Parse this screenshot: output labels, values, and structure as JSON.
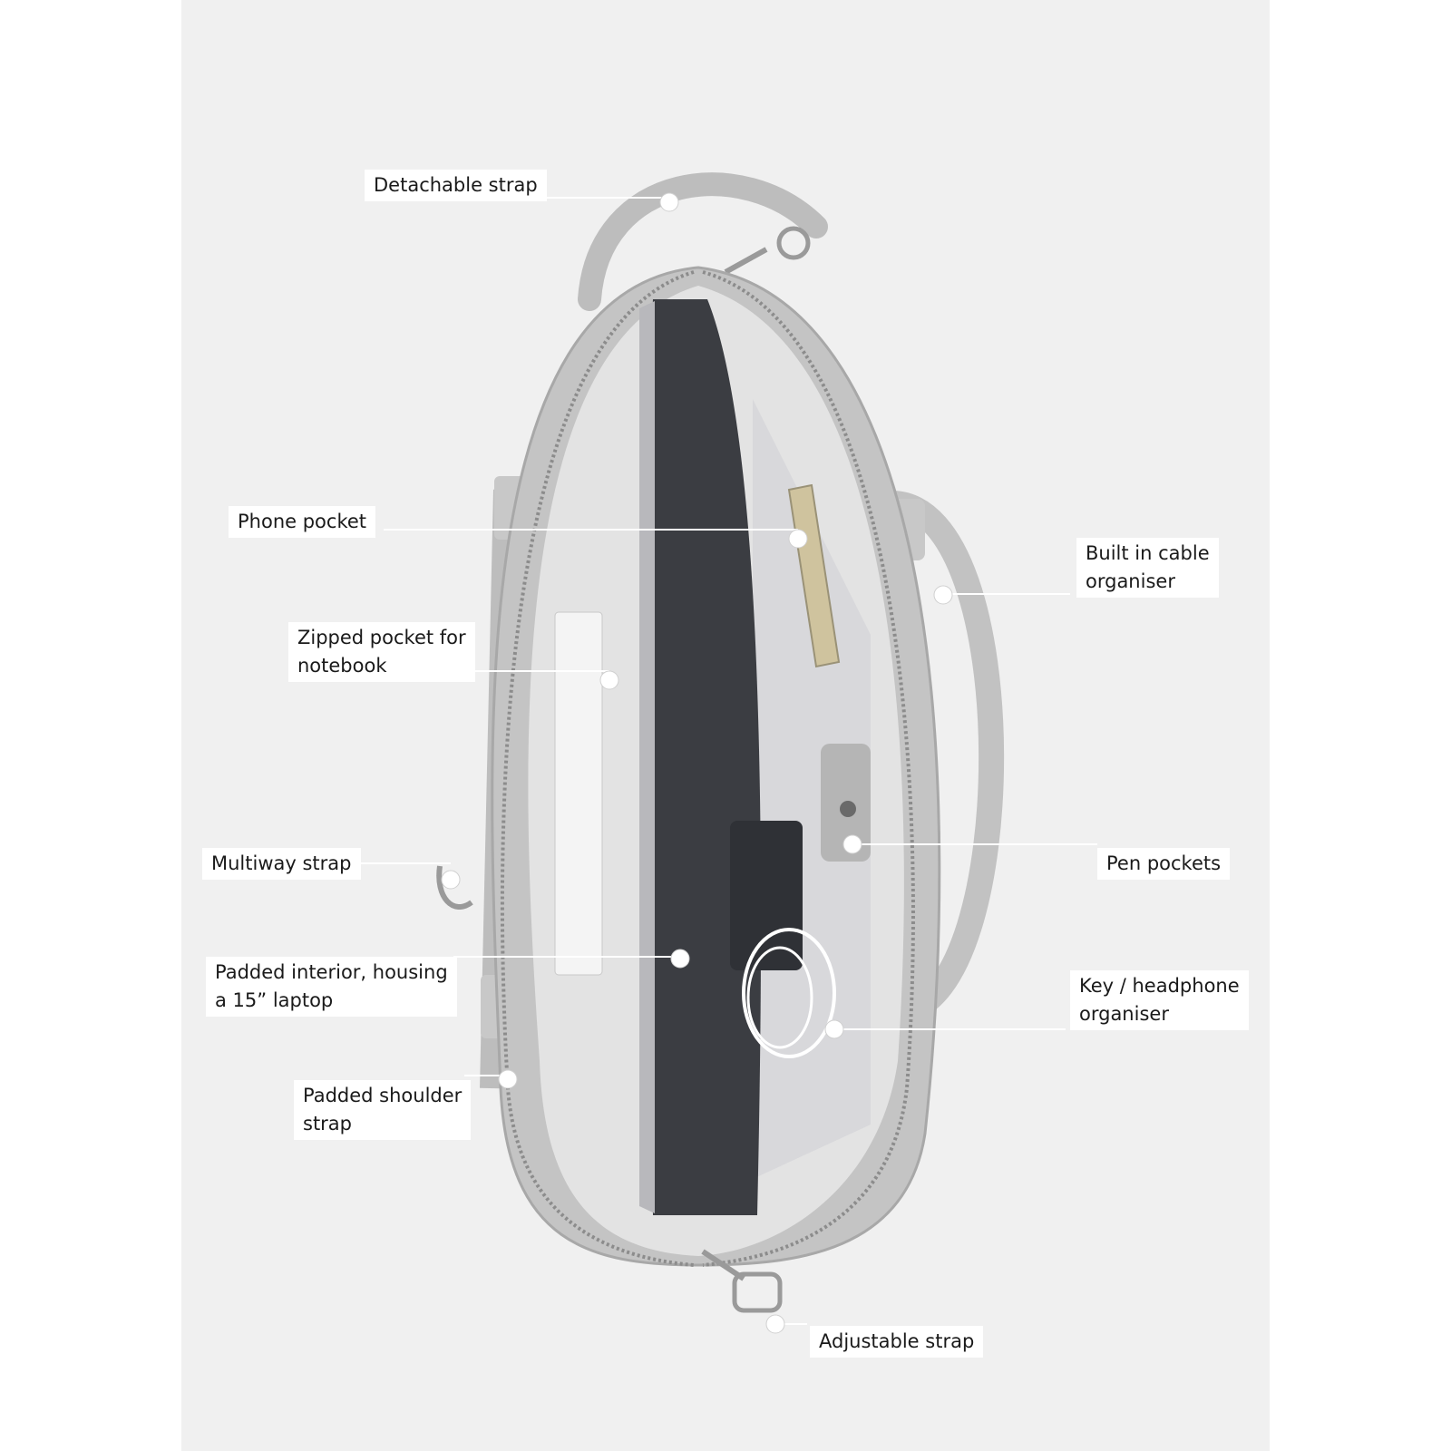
{
  "colors": {
    "background": "#ffffff",
    "panel": "#f0f0f0",
    "bag": "#c4c4c4",
    "interior": "#e3e3e3",
    "laptop": "#3b3d42",
    "leader_line": "#ffffff"
  },
  "product_image": {
    "icon": "laptop-bag-illustration"
  },
  "callouts": [
    {
      "id": "detachable-strap",
      "text": "Detachable strap"
    },
    {
      "id": "phone-pocket",
      "text": "Phone pocket"
    },
    {
      "id": "zipped-pocket",
      "text": "Zipped pocket for\nnotebook"
    },
    {
      "id": "multiway-strap",
      "text": "Multiway strap"
    },
    {
      "id": "padded-interior",
      "text": "Padded interior, housing\na 15” laptop"
    },
    {
      "id": "padded-shoulder-strap",
      "text": "Padded shoulder\nstrap"
    },
    {
      "id": "cable-organiser",
      "text": "Built in cable\norganiser"
    },
    {
      "id": "pen-pockets",
      "text": "Pen pockets"
    },
    {
      "id": "key-organiser",
      "text": "Key / headphone\norganiser"
    },
    {
      "id": "adjustable-strap",
      "text": "Adjustable strap"
    }
  ]
}
